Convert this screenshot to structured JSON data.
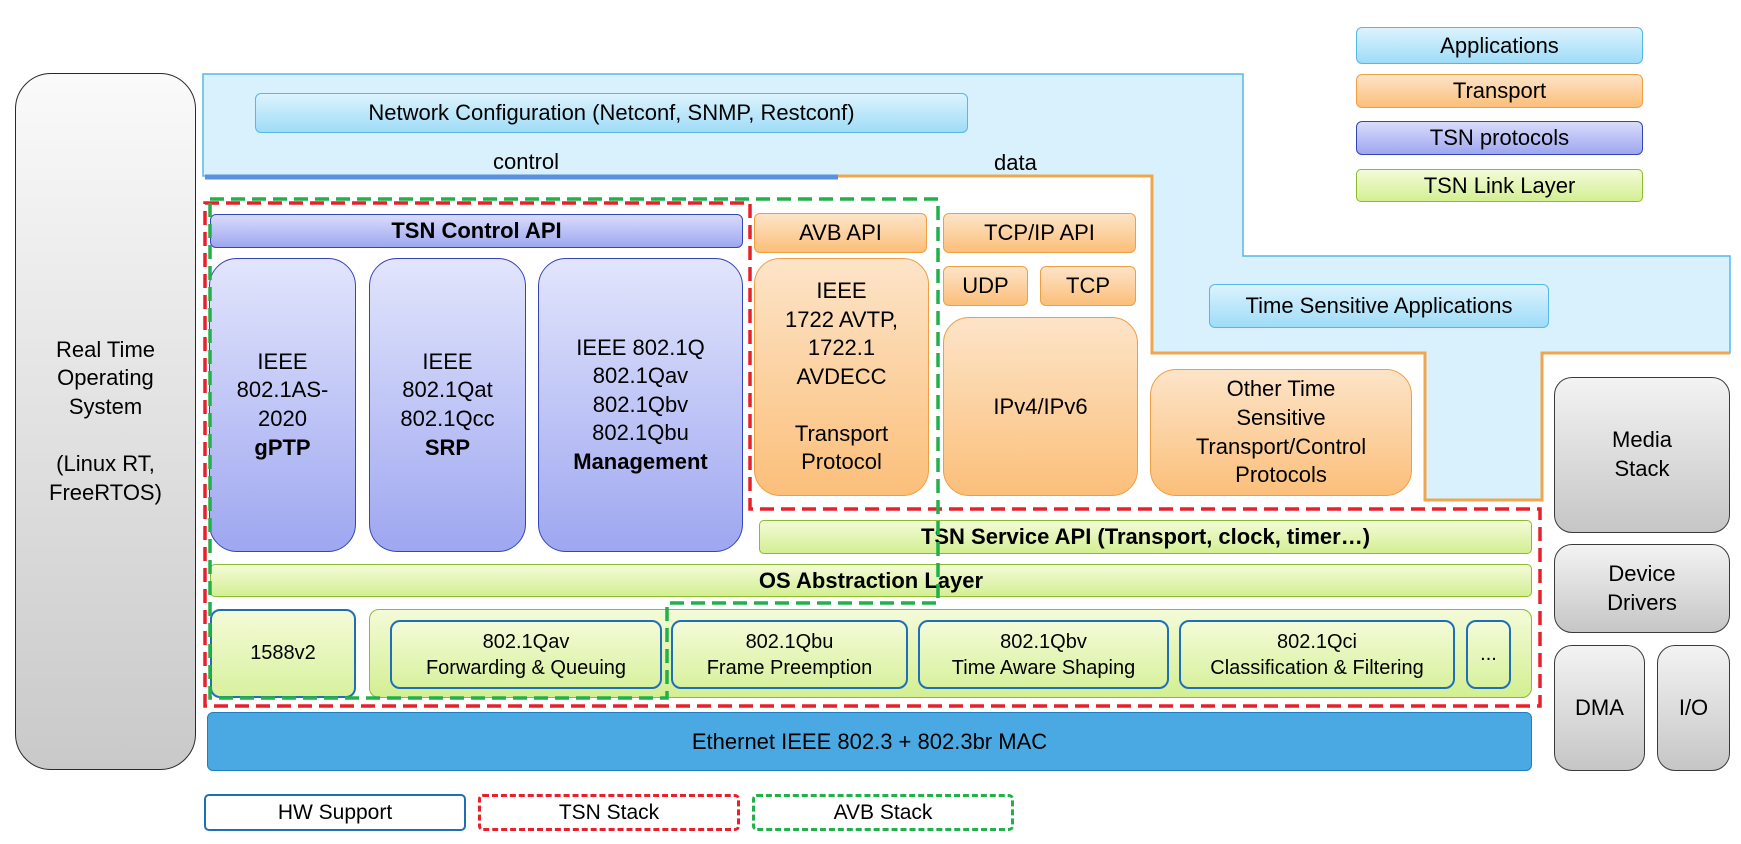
{
  "legend": {
    "applications": "Applications",
    "transport": "Transport",
    "tsn_protocols": "TSN protocols",
    "tsn_link_layer": "TSN Link Layer"
  },
  "bottom_legend": {
    "hw_support": "HW Support",
    "tsn_stack": "TSN Stack",
    "avb_stack": "AVB Stack"
  },
  "rtos": {
    "label": "Real Time\nOperating\nSystem\n\n(Linux RT,\nFreeRTOS)"
  },
  "network_config": "Network Configuration (Netconf, SNMP, Restconf)",
  "flow": {
    "control": "control",
    "data": "data"
  },
  "time_sensitive_apps": "Time Sensitive Applications",
  "tsn_control_api": "TSN Control API",
  "gptp": {
    "text": "IEEE\n802.1AS-\n2020",
    "bold": "gPTP"
  },
  "srp": {
    "text": "IEEE\n802.1Qat\n802.1Qcc",
    "bold": "SRP"
  },
  "management": {
    "text": "IEEE 802.1Q\n802.1Qav\n802.1Qbv\n802.1Qbu",
    "bold": "Management"
  },
  "avb_api": "AVB API",
  "avtp": "IEEE\n1722 AVTP,\n1722.1\nAVDECC\n\nTransport\nProtocol",
  "tcpip_api": "TCP/IP API",
  "udp": "UDP",
  "tcp": "TCP",
  "ip": "IPv4/IPv6",
  "other_protocols": "Other Time\nSensitive\nTransport/Control\nProtocols",
  "tsn_service_api": "TSN Service API (Transport, clock, timer…)",
  "os_abstraction": "OS Abstraction Layer",
  "hw_blocks": {
    "ptp": "1588v2",
    "qav": "802.1Qav\nForwarding & Queuing",
    "qbu": "802.1Qbu\nFrame Preemption",
    "qbv": "802.1Qbv\nTime Aware Shaping",
    "qci": "802.1Qci\nClassification & Filtering",
    "more": "..."
  },
  "ethernet": "Ethernet IEEE 802.3 + 802.3br  MAC",
  "right_stack": {
    "media": "Media\nStack",
    "drivers": "Device\nDrivers",
    "dma": "DMA",
    "io": "I/O"
  },
  "colors": {
    "applications": "#9fdcf7",
    "transport": "#fbbf7a",
    "tsn_protocols": "#9ea7f0",
    "tsn_link_layer": "#d3ef92",
    "ethernet": "#4aa9e3",
    "tsn_stack_border": "#e8202a",
    "avb_stack_border": "#22b04b",
    "hw_support_border": "#1f6fb8"
  }
}
